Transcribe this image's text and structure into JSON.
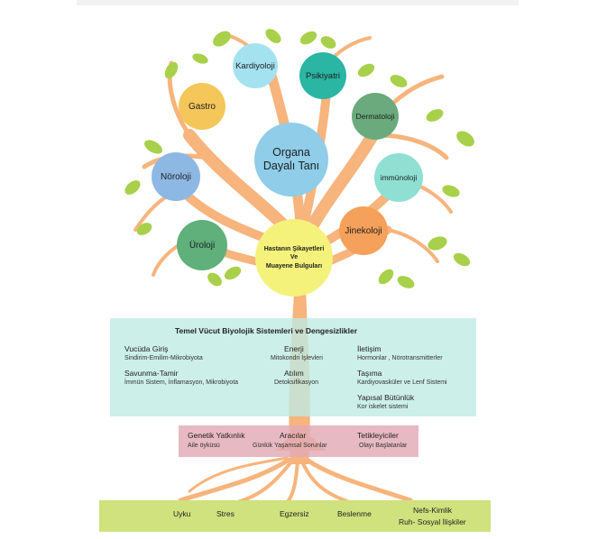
{
  "colors": {
    "trunk": "#f7b47c",
    "leaf": "#a8d04a",
    "panel_systems": "#cdeee9",
    "panel_middle": "#e6b3bd",
    "panel_bottom": "#cfe27d"
  },
  "circles": {
    "center": "Organa Dayalı Tanı",
    "hastanin": {
      "line1": "Hastanın Şikayetleri",
      "line2": "Ve",
      "line3": "Muayene Bulguları"
    },
    "kardiyoloji": "Kardiyoloji",
    "psikiyatri": "Psikiyatri",
    "gastro": "Gastro",
    "dermatoloji": "Dermatoloji",
    "noroloji": "Nöroloji",
    "immunoloji": "immünoloji",
    "jinekoloji": "Jinekoloji",
    "uroloji": "Üroloji"
  },
  "systems": {
    "title": "Temel Vücut Biyolojik Sistemleri ve Dengesizlikler",
    "items": [
      {
        "title": "Vucüda Giriş",
        "sub": "Sindirim-Emilim-Mikrobiyota"
      },
      {
        "title": "Savunma-Tamir",
        "sub": "İmmün Sistem, İnflamasyon, Mikrobiyota"
      },
      {
        "title": "Enerji",
        "sub": "Mitokondri İşlevleri"
      },
      {
        "title": "Atılım",
        "sub": "Detoksifikasyon"
      },
      {
        "title": "İletişim",
        "sub": "Hormonlar , Nörotransmitterler"
      },
      {
        "title": "Taşıma",
        "sub": "Kardiyovasküler ve Lenf Sistemi"
      },
      {
        "title": "Yapısal Bütünlük",
        "sub": "Kor iskelet sistemi"
      }
    ]
  },
  "middle": [
    {
      "title": "Genetik Yatkınlık",
      "sub": "Aile öyküsü"
    },
    {
      "title": "Aracılar",
      "sub": "Günlük Yaşamsal Sorunlar"
    },
    {
      "title": "Tetikleyiciler",
      "sub": "Olayı Başlatanlar"
    }
  ],
  "bottom": [
    "Uyku",
    "Stres",
    "Egzersiz",
    "Beslenme",
    "Nefs-Kimlik",
    "Ruh- Sosyal İlişkiler"
  ]
}
